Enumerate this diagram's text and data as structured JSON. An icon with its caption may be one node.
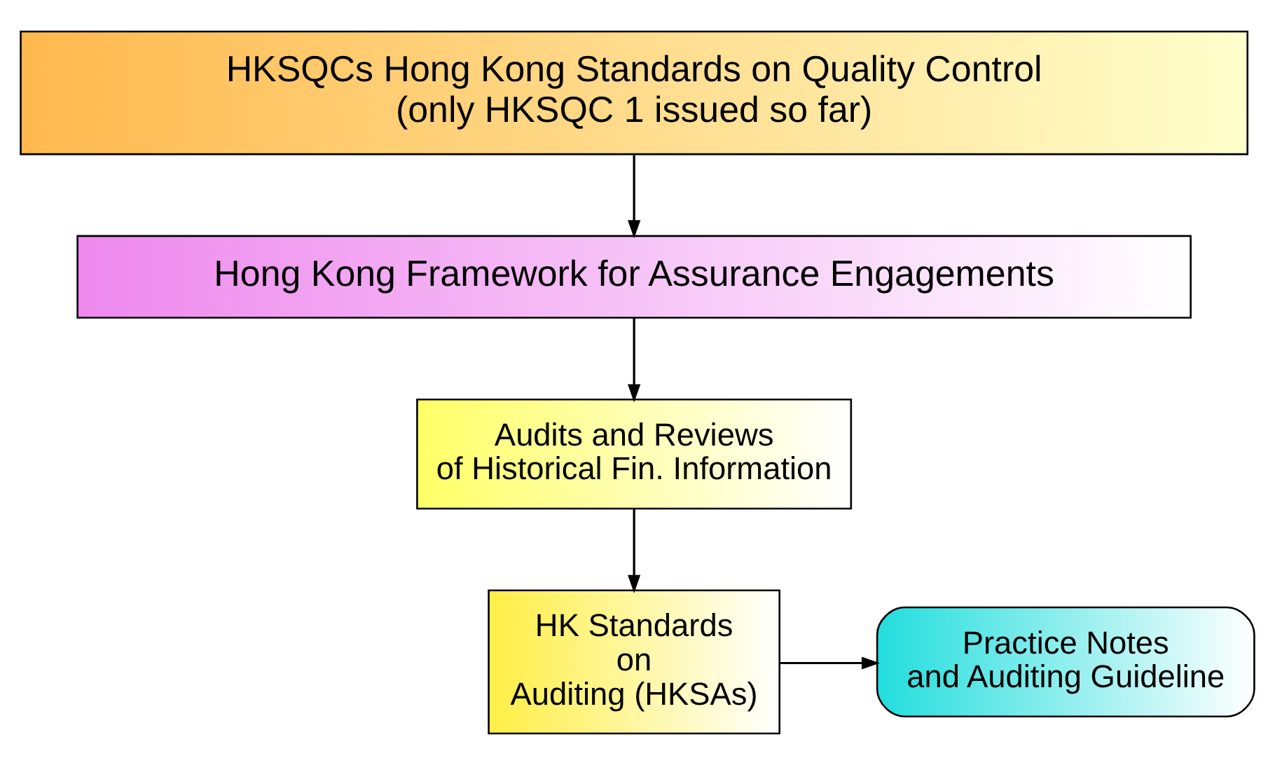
{
  "diagram": {
    "nodes": [
      {
        "text": [
          "HKSQCs Hong Kong Standards on Quality Control",
          "(only HKSQC 1 issued so far)"
        ]
      },
      {
        "text": [
          "Hong Kong Framework for Assurance Engagements"
        ]
      },
      {
        "text": [
          "Audits and Reviews of Historical Fin. Information"
        ]
      },
      {
        "text": [
          "HK Standards on Auditing (HKSAs)"
        ]
      },
      {
        "text": [
          "Practice Notes and Auditing Guideline"
        ]
      }
    ],
    "edges": [
      {
        "from": 0,
        "to": 1,
        "arrow": "to"
      },
      {
        "from": 1,
        "to": 2,
        "arrow": "to"
      },
      {
        "from": 2,
        "to": 3,
        "arrow": "to"
      },
      {
        "from": 3,
        "to": 4,
        "arrow": "to"
      }
    ]
  }
}
